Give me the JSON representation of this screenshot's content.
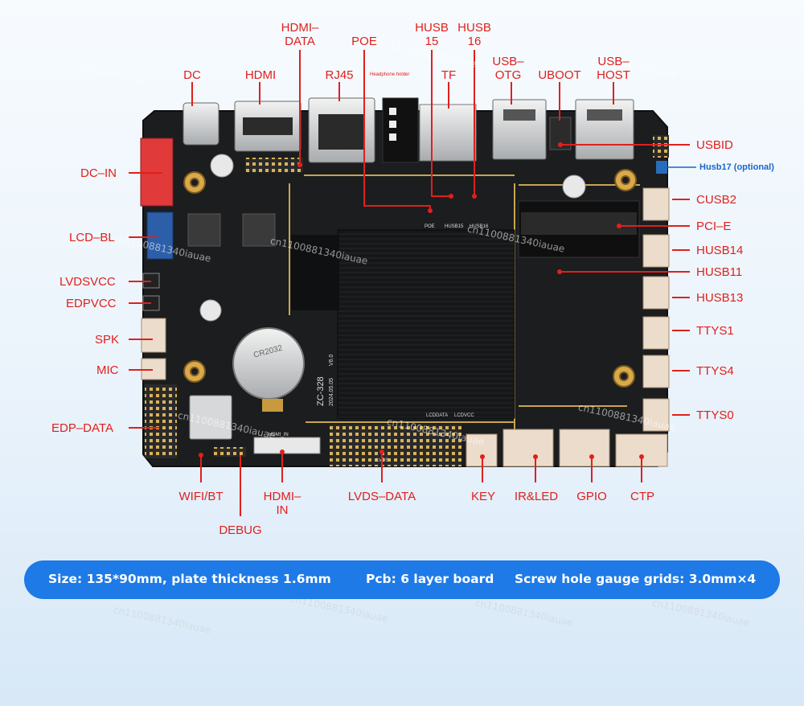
{
  "labels": {
    "hdmi_data": "HDMI–\nDATA",
    "poe": "POE",
    "husb15": "HUSB\n15",
    "husb16": "HUSB\n16",
    "usb_otg": "USB–\nOTG",
    "uboot": "UBOOT",
    "usb_host": "USB–\nHOST",
    "dc": "DC",
    "hdmi": "HDMI",
    "rj45": "RJ45",
    "headphone_holder": "Headphone holder",
    "tf": "TF",
    "usbid": "USBID",
    "husb17": "Husb17 (optional)",
    "dc_in": "DC–IN",
    "cusb2": "CUSB2",
    "pci_e": "PCI–E",
    "lcd_bl": "LCD–BL",
    "husb14": "HUSB14",
    "husb11": "HUSB11",
    "lvdsvcc": "LVDSVCC",
    "edpvcc": "EDPVCC",
    "husb13": "HUSB13",
    "spk": "SPK",
    "ttys1": "TTYS1",
    "mic": "MIC",
    "ttys4": "TTYS4",
    "edp_data": "EDP–DATA",
    "ttys0": "TTYS0",
    "wifi_bt": "WIFI/BT",
    "hdmi_in": "HDMI–\nIN",
    "lvds_data": "LVDS–DATA",
    "key": "KEY",
    "ir_led": "IR&LED",
    "gpio": "GPIO",
    "ctp": "CTP",
    "debug": "DEBUG"
  },
  "banner": {
    "size": "Size: 135*90mm, plate thickness 1.6mm",
    "pcb": "Pcb: 6 layer board",
    "screw": "Screw hole gauge grids: 3.0mm×4"
  },
  "board_silk": {
    "model": "ZC-328",
    "date": "2024.05.05",
    "version": "V6.0",
    "battery": "CR2032",
    "hdmi_in": "HDMI_IN",
    "lcddata": "LCDDATA",
    "lcdvcc": "LCDVCC",
    "poe": "POE",
    "husb15": "HUSB15",
    "husb16": "HUSB16",
    "lvds": "LVDS"
  },
  "watermark": "cn1100881340iauae",
  "colors": {
    "label_red": "#e0201d",
    "banner_blue": "#1e7ae6",
    "board_black": "#1b1d1f"
  }
}
